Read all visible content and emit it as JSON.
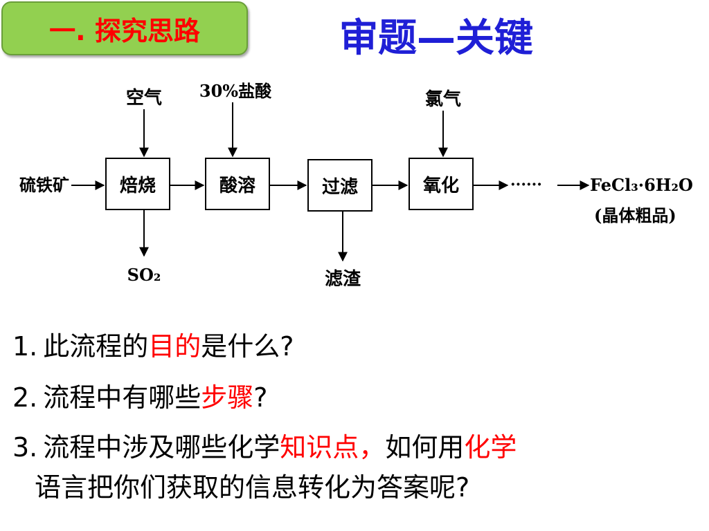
{
  "header": {
    "section_label": "一. 探究思路",
    "title": "审题—关键"
  },
  "flow": {
    "input_left": "硫铁矿",
    "steps": [
      "焙烧",
      "酸溶",
      "过滤",
      "氧化"
    ],
    "reagents": {
      "roast": "空气",
      "dissolve": "30%盐酸",
      "oxidize": "氯气"
    },
    "byproducts": {
      "roast": "SO₂",
      "filter": "滤渣"
    },
    "ellipsis": "······",
    "product": "FeCl₃·6H₂O",
    "product_note": "(晶体粗品)"
  },
  "questions": {
    "q1": {
      "num": "1.",
      "pre": "此流程的",
      "hl": "目的",
      "post": "是什么?"
    },
    "q2": {
      "num": "2.",
      "pre": "流程中有哪些",
      "hl": "步骤",
      "post": "?"
    },
    "q3": {
      "num": "3.",
      "pre": "流程中涉及哪些化学",
      "hl": "知识点，",
      "mid": "如何用",
      "hl2": "化学",
      "line2": "语言把你们获取的信息转化为答案呢?"
    }
  }
}
